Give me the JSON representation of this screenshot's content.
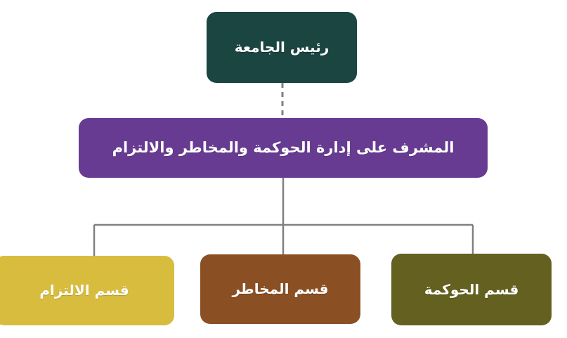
{
  "diagram": {
    "type": "org-chart",
    "direction": "rtl",
    "language": "ar",
    "background_color": "#ffffff",
    "connector_color": "#808080",
    "nodes": [
      {
        "id": "president",
        "label": "رئيس الجامعة",
        "color": "#1a4540",
        "text_color": "#ffffff",
        "level": 0
      },
      {
        "id": "supervisor",
        "label": "المشرف على إدارة الحوكمة والمخاطر والالتزام",
        "color": "#683b93",
        "text_color": "#ffffff",
        "level": 1
      },
      {
        "id": "compliance",
        "label": "قسم الالتزام",
        "color": "#d8bc3e",
        "text_color": "#ffffff",
        "level": 2
      },
      {
        "id": "risk",
        "label": "قسم المخاطر",
        "color": "#8b4f24",
        "text_color": "#ffffff",
        "level": 2
      },
      {
        "id": "governance",
        "label": "قسم الحوكمة",
        "color": "#64601f",
        "text_color": "#ffffff",
        "level": 2
      }
    ],
    "edges": [
      {
        "from": "president",
        "to": "supervisor",
        "style": "dashed"
      },
      {
        "from": "supervisor",
        "to": "compliance",
        "style": "solid"
      },
      {
        "from": "supervisor",
        "to": "risk",
        "style": "solid"
      },
      {
        "from": "supervisor",
        "to": "governance",
        "style": "solid"
      }
    ]
  }
}
